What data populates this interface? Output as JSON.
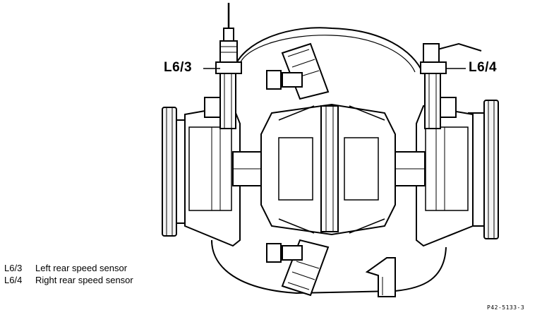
{
  "callouts": {
    "left_sensor": "L6/3",
    "right_sensor": "L6/4"
  },
  "legend": [
    {
      "code": "L6/3",
      "description": "Left rear speed sensor"
    },
    {
      "code": "L6/4",
      "description": "Right rear speed sensor"
    }
  ],
  "figure_id": "P42-5133-3"
}
